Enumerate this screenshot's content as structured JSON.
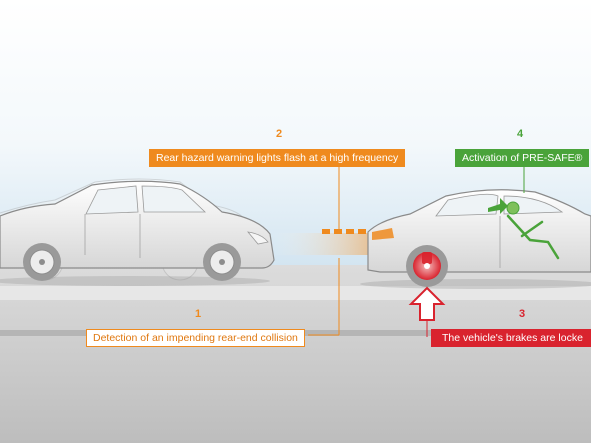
{
  "steps": [
    {
      "number": "1",
      "label": "Detection of an impending rear-end collision"
    },
    {
      "number": "2",
      "label": "Rear hazard warning lights flash at a high frequency"
    },
    {
      "number": "3",
      "label": "The vehicle's brakes are locke"
    },
    {
      "number": "4",
      "label": "Activation of PRE-SAFE®"
    }
  ],
  "colors": {
    "orange": "#ef8a1e",
    "green": "#4aa33a",
    "red": "#d9232e",
    "sky": "#d9e8f3",
    "road": "#c8c8c8"
  },
  "icons": {
    "rear_car": "car-outline-icon",
    "front_car": "sedan-icon",
    "brake": "brake-disc-icon",
    "arrow": "up-arrow-icon",
    "occupant": "seated-occupant-icon"
  }
}
